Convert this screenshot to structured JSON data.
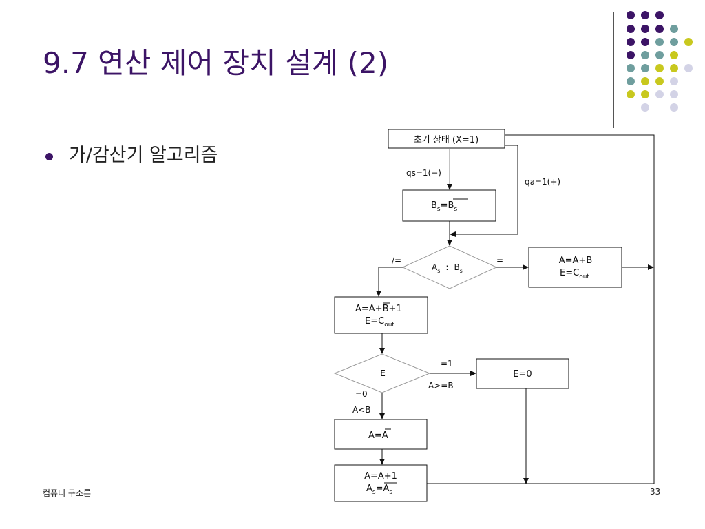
{
  "slide": {
    "title": "9.7 연산 제어 장치 설계 (2)",
    "bullet": "가/감산기 알고리즘",
    "footer_left": "컴퓨터 구조론",
    "page_number": "33"
  },
  "decoration": {
    "colors": {
      "purple": "#3c1466",
      "teal": "#6f9e9e",
      "olive": "#c8c81e",
      "lavender": "#d3d3e6"
    }
  },
  "flowchart": {
    "start_box": "초기 상태 (X=1)",
    "edge_qs": "qs=1(−)",
    "edge_qa": "qa=1(+)",
    "bs_box": {
      "base": "B",
      "sub": "s",
      "eq": "=",
      "rhs_base": "B",
      "rhs_sub": "s"
    },
    "compare_diamond": {
      "left": "A",
      "left_sub": "s",
      "sep": ":",
      "right": "B",
      "right_sub": "s"
    },
    "edge_neq": "/=",
    "edge_eq": "=",
    "add_box": {
      "line1": "A=A+B",
      "line2_base": "E=C",
      "line2_sub": "out"
    },
    "sub_box": {
      "line1_a": "A=A+",
      "line1_bar": "B",
      "line1_b": "+1",
      "line2_base": "E=C",
      "line2_sub": "out"
    },
    "e_diamond": "E",
    "edge_e1": "=1",
    "edge_ageb": "A>=B",
    "e0_box": "E=0",
    "edge_e0": "=0",
    "edge_alb": "A<B",
    "comp_box": {
      "lhs": "A=",
      "bar": "A"
    },
    "final_box": {
      "line1": "A=A+1",
      "lhs_base": "A",
      "lhs_sub": "s",
      "eq": "=",
      "rhs_base": "A",
      "rhs_sub": "s"
    }
  }
}
